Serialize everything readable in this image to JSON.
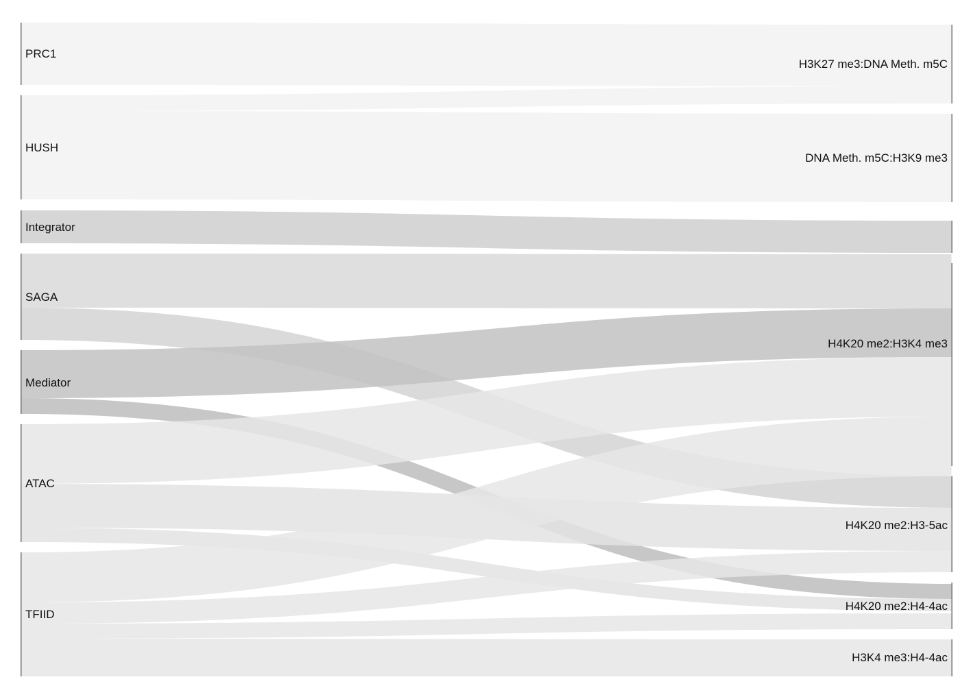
{
  "diagram": {
    "type": "sankey",
    "colors": {
      "background": "#ffffff",
      "node_bar": "#6f6f6f",
      "label": "#111111"
    },
    "left_nodes": [
      {
        "id": "prc1",
        "label": "PRC1"
      },
      {
        "id": "hush",
        "label": "HUSH"
      },
      {
        "id": "integrator",
        "label": "Integrator"
      },
      {
        "id": "saga",
        "label": "SAGA"
      },
      {
        "id": "mediator",
        "label": "Mediator"
      },
      {
        "id": "atac",
        "label": "ATAC"
      },
      {
        "id": "tfiid",
        "label": "TFIID"
      }
    ],
    "right_nodes": [
      {
        "id": "h3k27_dna",
        "label": "H3K27 me3:DNA Meth. m5C"
      },
      {
        "id": "dna_h3k9",
        "label": "DNA Meth. m5C:H3K9 me3"
      },
      {
        "id": "unlabeled_a",
        "label": ""
      },
      {
        "id": "h4k20_h3k4",
        "label": "H4K20 me2:H3K4 me3"
      },
      {
        "id": "h4k20_h3",
        "label": "H4K20 me2:H3-5ac"
      },
      {
        "id": "h4k20_h4",
        "label": "H4K20 me2:H4-4ac"
      },
      {
        "id": "h3k4_h4",
        "label": "H3K4 me3:H4-4ac"
      }
    ],
    "links": [
      {
        "source": "prc1",
        "target": "h3k27_dna",
        "shade": "#f2f2f2"
      },
      {
        "source": "hush",
        "target": "h3k27_dna",
        "shade": "#f2f2f2"
      },
      {
        "source": "hush",
        "target": "dna_h3k9",
        "shade": "#f2f2f2"
      },
      {
        "source": "integrator",
        "target": "unlabeled_a",
        "shade": "#cfcfcf"
      },
      {
        "source": "saga",
        "target": "h4k20_h3k4",
        "shade": "#d9d9d9"
      },
      {
        "source": "saga",
        "target": "h4k20_h3",
        "shade": "#d4d4d4"
      },
      {
        "source": "mediator",
        "target": "h4k20_h3k4",
        "shade": "#c2c2c2"
      },
      {
        "source": "mediator",
        "target": "h4k20_h4",
        "shade": "#bdbdbd"
      },
      {
        "source": "atac",
        "target": "h4k20_h3k4",
        "shade": "#e6e6e6"
      },
      {
        "source": "atac",
        "target": "h4k20_h3",
        "shade": "#e3e3e3"
      },
      {
        "source": "atac",
        "target": "h4k20_h4",
        "shade": "#e3e3e3"
      },
      {
        "source": "tfiid",
        "target": "h4k20_h3k4",
        "shade": "#e6e6e6"
      },
      {
        "source": "tfiid",
        "target": "h4k20_h3",
        "shade": "#e6e6e6"
      },
      {
        "source": "tfiid",
        "target": "h4k20_h4",
        "shade": "#e6e6e6"
      },
      {
        "source": "tfiid",
        "target": "h3k4_h4",
        "shade": "#e6e6e6"
      }
    ]
  }
}
